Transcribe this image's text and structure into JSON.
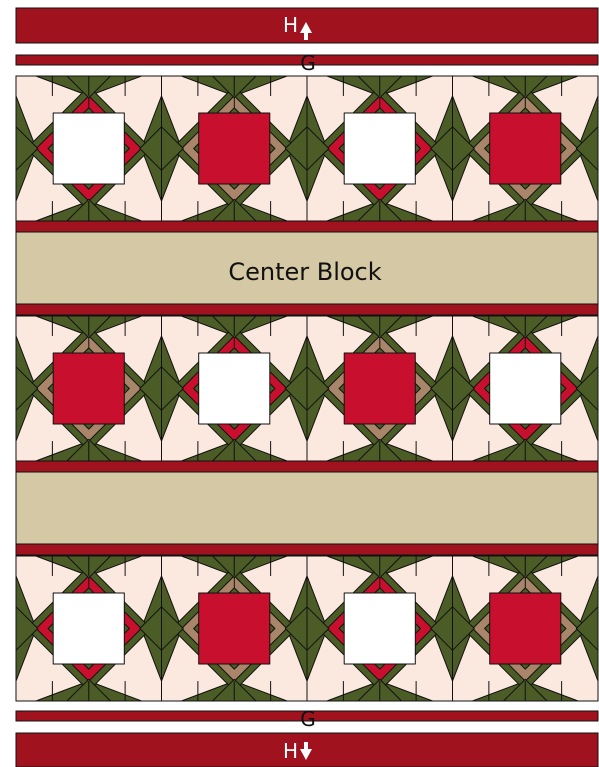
{
  "labels": {
    "top_border_outer": "H",
    "top_border_inner": "G",
    "center_block": "Center Block",
    "bottom_border_inner": "G",
    "bottom_border_outer": "H"
  },
  "colors": {
    "dark_red": "#a0121e",
    "red": "#c8102e",
    "green": "#4b5c26",
    "cream": "#fbe8df",
    "tan": "#a9866a",
    "beige": "#d5c8a5",
    "white": "#ffffff",
    "outline": "#111111"
  },
  "rows": [
    {
      "centers": [
        "white",
        "red",
        "white",
        "red"
      ],
      "frames": [
        "red",
        "tan",
        "red",
        "tan"
      ]
    },
    {
      "centers": [
        "red",
        "white",
        "red",
        "white"
      ],
      "frames": [
        "tan",
        "red",
        "tan",
        "red"
      ]
    },
    {
      "centers": [
        "white",
        "red",
        "white",
        "red"
      ],
      "frames": [
        "red",
        "tan",
        "red",
        "tan"
      ]
    }
  ]
}
